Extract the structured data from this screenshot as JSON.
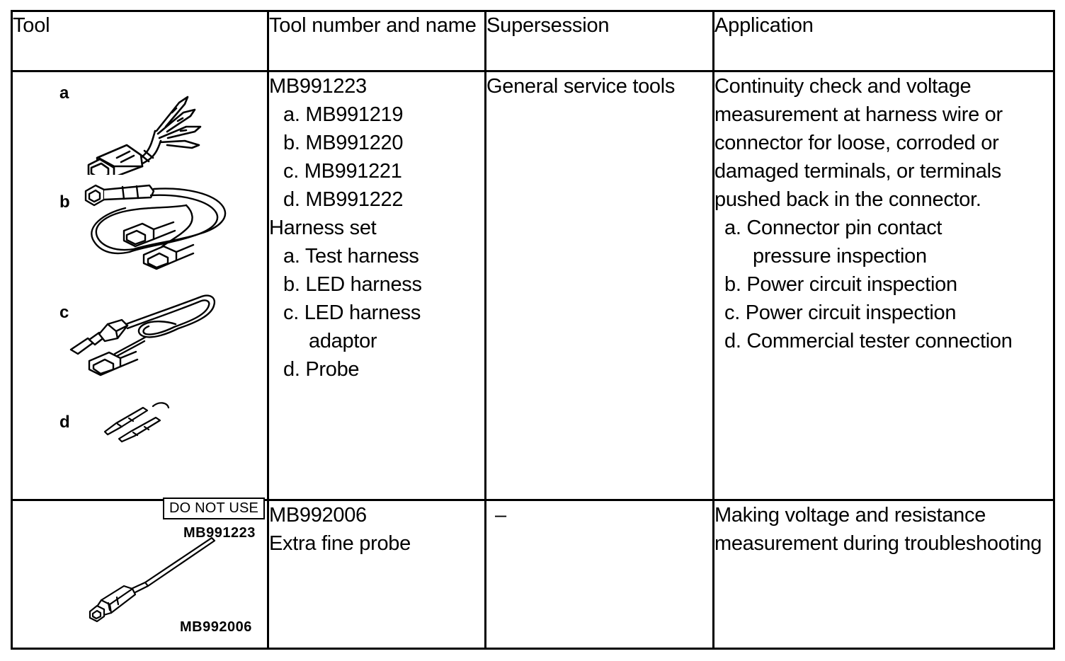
{
  "table": {
    "headers": [
      {
        "key": "tool",
        "label": "Tool"
      },
      {
        "key": "number",
        "label": "Tool number and name"
      },
      {
        "key": "supersession",
        "label": "Supersession"
      },
      {
        "key": "application",
        "label": "Application"
      }
    ],
    "rows": [
      {
        "tool_figures": [
          {
            "letter": "a",
            "icon": "test-harness-connector-icon"
          },
          {
            "letter": "b",
            "icon": "led-harness-icon"
          },
          {
            "letter": "c",
            "icon": "led-harness-adaptor-icon"
          },
          {
            "letter": "d",
            "icon": "probe-icon"
          }
        ],
        "tool_badge": "DO NOT USE",
        "tool_caption": "MB991223",
        "number_name": {
          "main": "MB991223",
          "items": [
            "a. MB991219",
            "b. MB991220",
            "c. MB991221",
            "d. MB991222"
          ],
          "set_name": "Harness set",
          "set_items": [
            {
              "text": "a. Test harness"
            },
            {
              "text": "b. LED harness"
            },
            {
              "text": "c. LED harness",
              "cont": "adaptor"
            },
            {
              "text": "d. Probe"
            }
          ]
        },
        "supersession": "General service tools",
        "application": {
          "paragraph": "Continuity check and voltage measurement at harness wire or connector for loose, corroded or damaged terminals, or terminals pushed back in the connector.",
          "items": [
            {
              "text": "a. Connector pin contact",
              "cont": "pressure inspection"
            },
            {
              "text": "b. Power circuit inspection"
            },
            {
              "text": "c. Power circuit inspection"
            },
            {
              "text": "d. Commercial tester connection"
            }
          ]
        }
      },
      {
        "tool_figures": [
          {
            "letter": "",
            "icon": "extra-fine-probe-icon"
          }
        ],
        "tool_caption": "MB992006",
        "number_name": {
          "main": "MB992006",
          "set_name": "Extra fine probe"
        },
        "supersession": "–",
        "application": {
          "paragraph": "Making voltage and resistance measurement during troubleshooting"
        }
      }
    ]
  },
  "colors": {
    "ink": "#000000",
    "paper": "#ffffff"
  }
}
